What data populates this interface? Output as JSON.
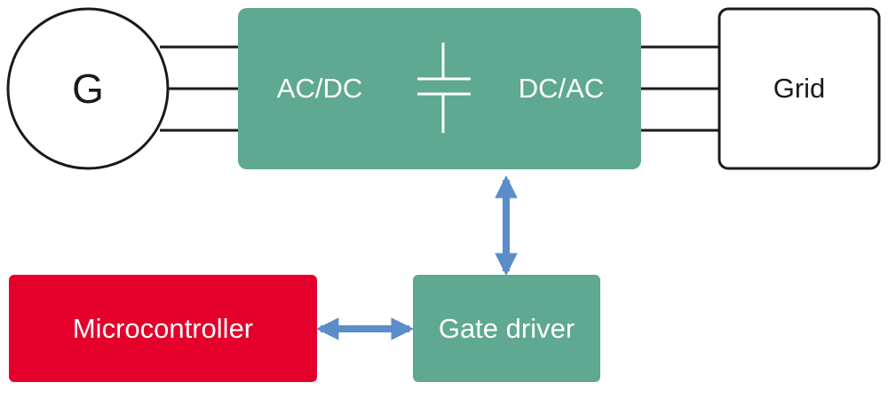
{
  "generator": {
    "label": "G"
  },
  "converter": {
    "left_label": "AC/DC",
    "right_label": "DC/AC"
  },
  "grid": {
    "label": "Grid"
  },
  "microcontroller": {
    "label": "Microcontroller"
  },
  "gate_driver": {
    "label": "Gate driver"
  },
  "colors": {
    "converter_fill": "#5fa891",
    "microcontroller_fill": "#e4002b",
    "arrow": "#5b8dca",
    "line": "#1a1a1a",
    "box_text": "#ffffff",
    "outline_text": "#1a1a1a"
  }
}
